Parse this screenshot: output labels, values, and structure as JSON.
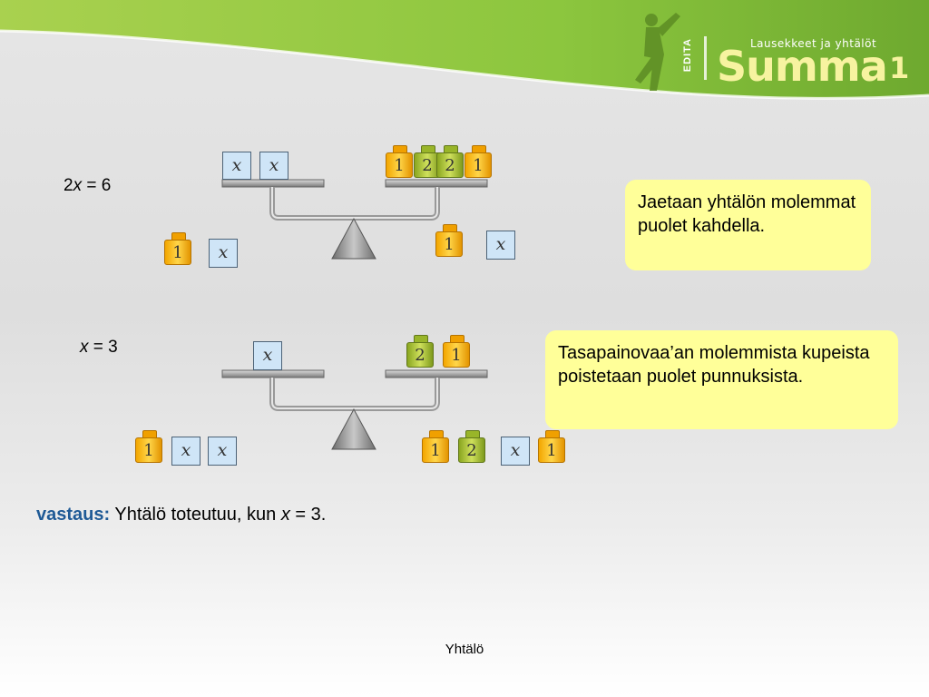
{
  "brand": {
    "publisher": "EDITA",
    "subtitle": "Lausekkeet ja yhtälöt",
    "name": "Summa",
    "number": "1"
  },
  "colors": {
    "banner_green": "#8dc63f",
    "note_fill": "#ffff99",
    "answer_label": "#1f5a96",
    "block_x": "#cfe5f7",
    "weight_1": "#f3a600",
    "weight_2": "#a6c232"
  },
  "step1": {
    "equation": {
      "coef": "2",
      "var": "x",
      "rest": " = 6"
    },
    "note": "Jaetaan yhtälön molemmat puolet kahdella.",
    "left_pan": [
      "x",
      "x"
    ],
    "right_pan": [
      "1",
      "2",
      "2",
      "1"
    ],
    "left_removed": [
      "1",
      "x"
    ],
    "right_removed": [
      "1",
      "x"
    ]
  },
  "step2": {
    "equation": {
      "var": "x",
      "rest": " = 3"
    },
    "note": "Tasapainovaa’an molemmista kupeista poistetaan puolet punnuksista.",
    "left_pan": [
      "x"
    ],
    "right_pan": [
      "2",
      "1"
    ],
    "left_removed": [
      "1",
      "x",
      "x"
    ],
    "right_removed": [
      "1",
      "2",
      "x",
      "1"
    ]
  },
  "answer": {
    "label": "vastaus:",
    "text_before": " Yhtälö toteutuu, kun ",
    "var": "x",
    "text_after": " = 3."
  },
  "footer": {
    "title": "Yhtälö"
  }
}
